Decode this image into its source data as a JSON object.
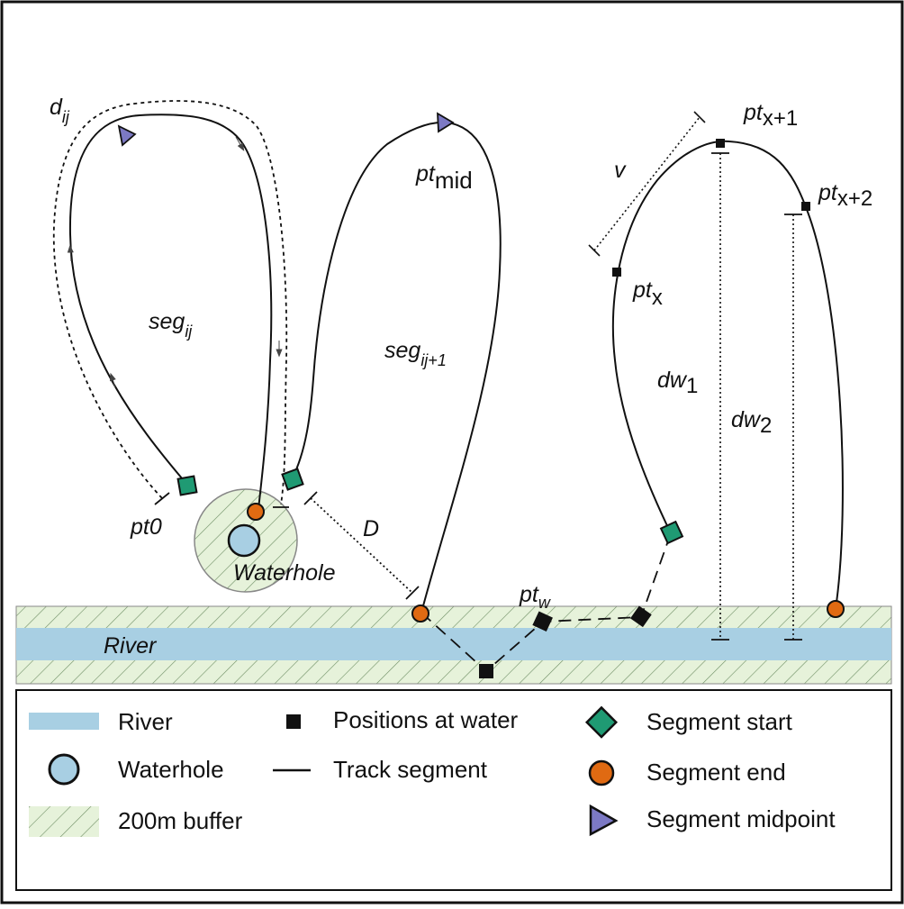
{
  "labels": {
    "d": "d",
    "d_sub": "ij",
    "seg": "seg",
    "seg_sub": "ij",
    "seg2": "seg",
    "seg2_sub": "ij+1",
    "ptmid": "pt",
    "ptmid_sub": "mid",
    "pt0": "pt0",
    "D": "D",
    "waterhole": "Waterhole",
    "river": "River",
    "ptw": "pt",
    "ptw_sub": "w",
    "v": "v",
    "ptx1": "pt",
    "ptx1_sub": "x+1",
    "ptx2": "pt",
    "ptx2_sub": "x+2",
    "ptx": "pt",
    "ptx_sub": "x",
    "dw1": "dw",
    "dw1_sub": "1",
    "dw2": "dw",
    "dw2_sub": "2"
  },
  "legend": {
    "river": "River",
    "waterhole": "Waterhole",
    "buffer": "200m buffer",
    "positions": "Positions at water",
    "track": "Track segment",
    "seg_start": "Segment start",
    "seg_end": "Segment end",
    "seg_mid": "Segment midpoint"
  },
  "colors": {
    "water": "#a8cfe3",
    "buffer": "#e6f2da",
    "hatch": "#6f8f65",
    "start": "#1f9a73",
    "end": "#e06a12",
    "mid": "#7c79c4",
    "line": "#111111"
  }
}
